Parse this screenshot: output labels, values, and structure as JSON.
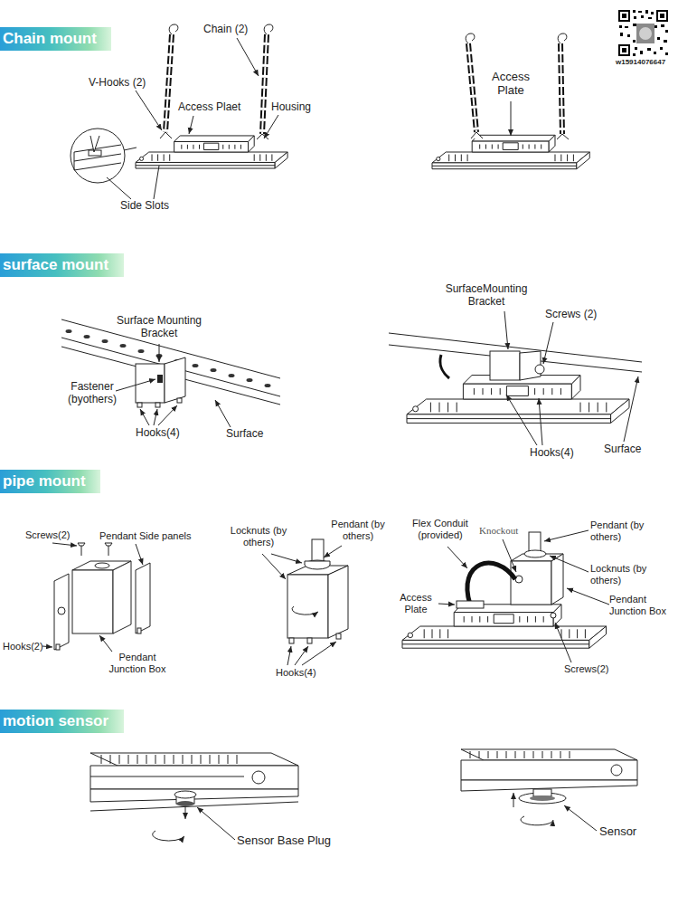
{
  "diagram": {
    "nodes": [
      {
        "text": [
          "Chain mount"
        ]
      },
      {
        "text": [
          "surface mount"
        ]
      },
      {
        "text": [
          "pipe mount"
        ]
      },
      {
        "text": [
          "motion sensor"
        ]
      }
    ],
    "labels": [
      "Chain (2)",
      "V-Hooks (2)",
      "Access Plaet",
      "Housing",
      "Side Slots",
      "Access Plate",
      "Surface Mounting Bracket",
      "Fastener (byothers)",
      "Hooks(4)",
      "Surface",
      "SurfaceMounting Bracket",
      "Screws (2)",
      "Hooks(4)",
      "Surface",
      "Screws(2)",
      "Pendant Side panels",
      "Hooks(2)",
      "Pendant Junction Box",
      "Locknuts (by others)",
      "Pendant (by others)",
      "Hooks(4)",
      "Flex Conduit (provided)",
      "Knockout",
      "Pendant (by others)",
      "Locknuts (by others)",
      "Pendant Junction Box",
      "Access Plate",
      "Screws(2)",
      "Sensor Base Plug",
      "Sensor",
      "w15914076647"
    ]
  }
}
